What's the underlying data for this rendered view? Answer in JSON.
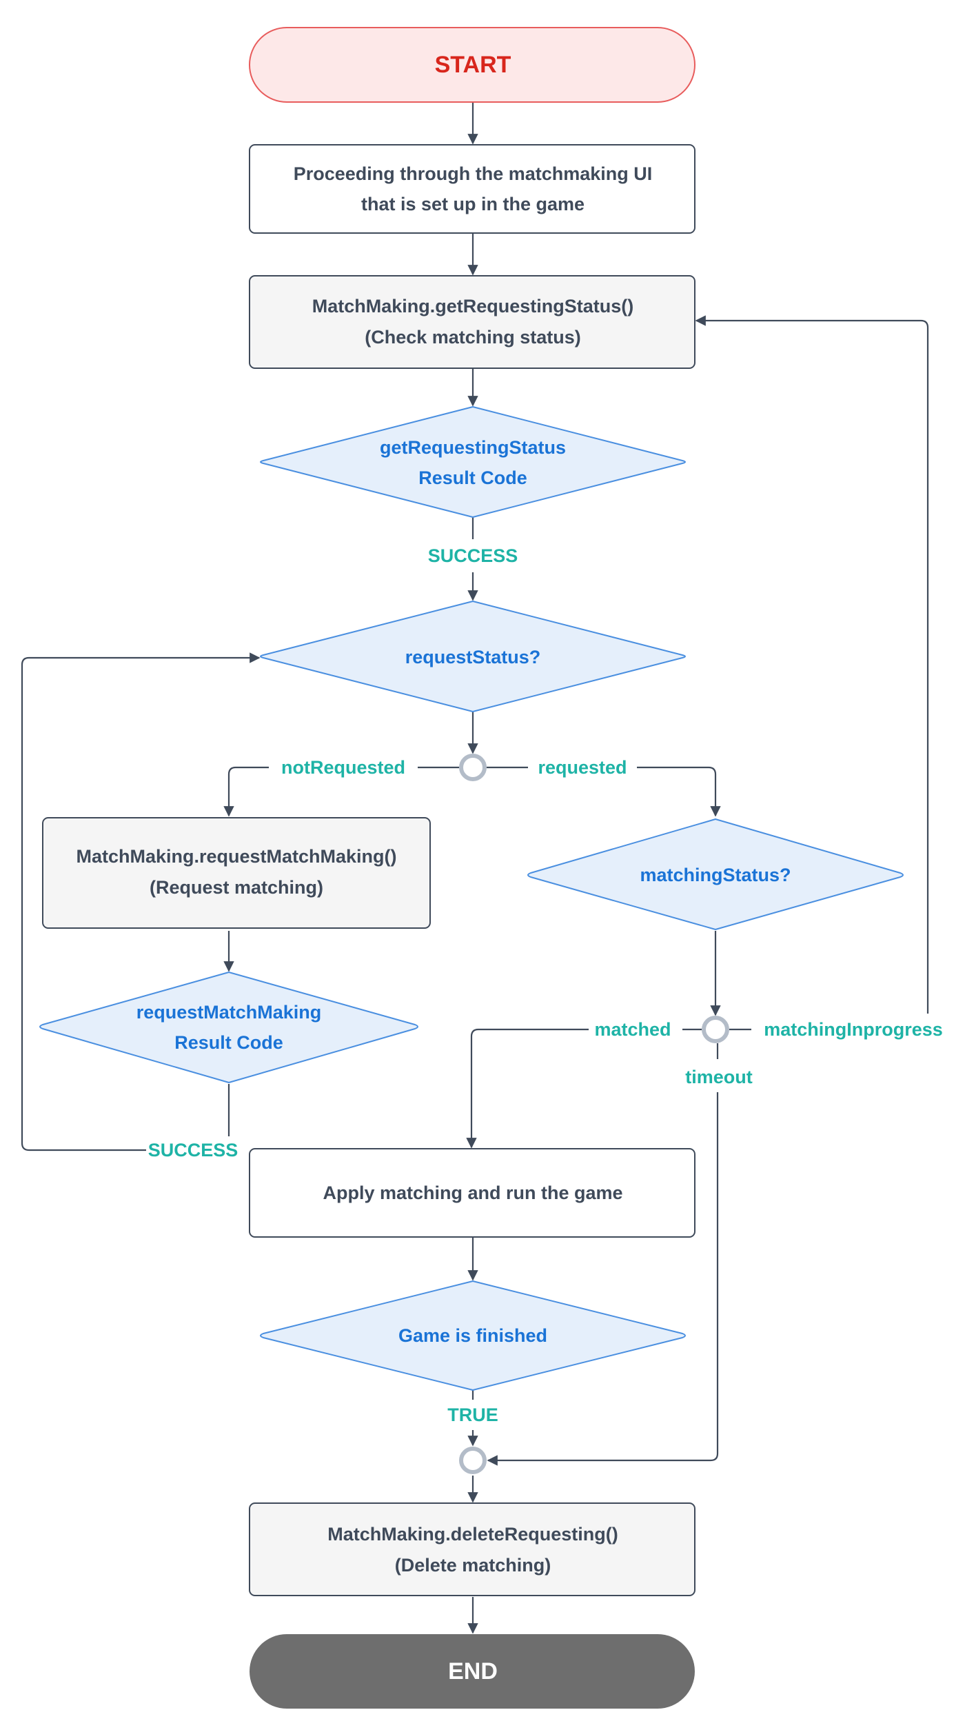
{
  "nodes": {
    "start": "START",
    "proceed": [
      "Proceeding through the matchmaking UI",
      "that is set up in the game"
    ],
    "get_status": [
      "MatchMaking.getRequestingStatus()",
      "(Check matching status)"
    ],
    "get_status_result": [
      "getRequestingStatus",
      "Result Code"
    ],
    "request_status": "requestStatus?",
    "request_matchmaking": [
      "MatchMaking.requestMatchMaking()",
      "(Request matching)"
    ],
    "request_matchmaking_result": [
      "requestMatchMaking",
      "Result Code"
    ],
    "matching_status": "matchingStatus?",
    "apply": "Apply matching and run the game",
    "game_finished": "Game is finished",
    "delete": [
      "MatchMaking.deleteRequesting()",
      "(Delete matching)"
    ],
    "end": "END"
  },
  "edges": {
    "success_1": "SUCCESS",
    "not_requested": "notRequested",
    "requested": "requested",
    "matched": "matched",
    "matching_inprogress": "matchingInprogress",
    "timeout": "timeout",
    "success_2": "SUCCESS",
    "true": "TRUE"
  },
  "colors": {
    "start_fill": "#fde8e8",
    "start_stroke": "#e85c5c",
    "start_text": "#d8261c",
    "box_stroke": "#3f4a5a",
    "box_fill_plain": "#ffffff",
    "box_fill_call": "#f5f5f5",
    "decision_fill": "#e5effb",
    "decision_stroke": "#4a8fe0",
    "decision_text": "#1a73d6",
    "edge_label": "#1eb3a6",
    "junction": "#b3bcc8",
    "end_fill": "#6e6e6e",
    "end_text": "#ffffff"
  }
}
